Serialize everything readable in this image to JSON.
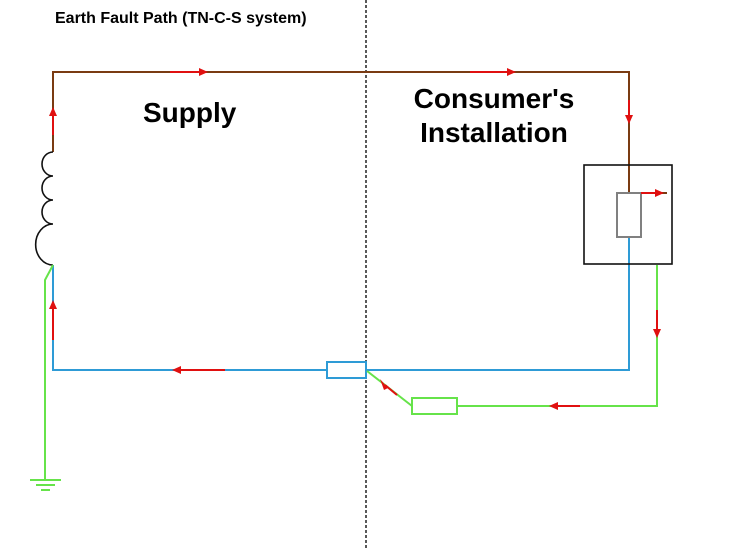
{
  "title": "Earth Fault Path (TN-C-S system)",
  "regions": {
    "supply": "Supply",
    "consumer_line1": "Consumer's",
    "consumer_line2": "Installation"
  },
  "colors": {
    "line_conductor": "#7a3b12",
    "combined_pen": "#2e9bd6",
    "protective_earth": "#66e34a",
    "fault_current_arrow": "#e01010",
    "outline": "#111111",
    "fuse_outline": "#808080",
    "boundary": "#222222"
  },
  "components": {
    "transformer_winding": "supply transformer coil (4 loops)",
    "consumer_unit": "consumer unit enclosure",
    "fuse": "protective device (fuse)",
    "pen_link": "PEN conductor link at boundary",
    "earth_impedance": "consumer protective conductor impedance",
    "earth_electrode": "earth-icon"
  },
  "fault_path_direction": [
    "line out from supply",
    "through fuse",
    "fault to earth conductor",
    "back via protective conductor",
    "PEN conductor to supply neutral"
  ]
}
